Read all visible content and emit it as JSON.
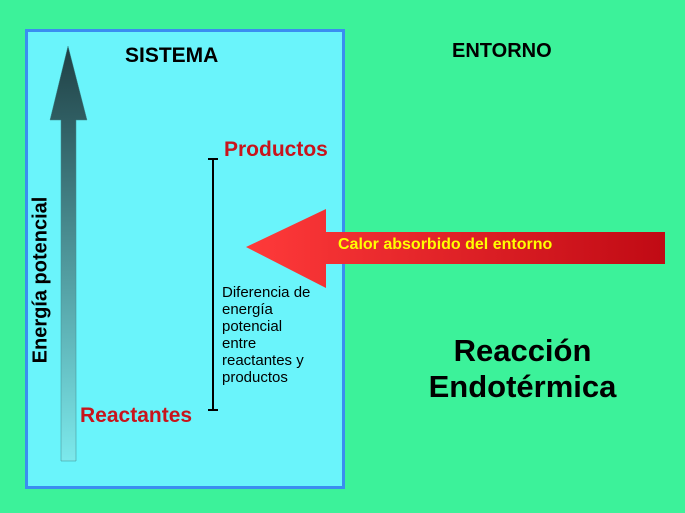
{
  "diagram": {
    "system_label": "SISTEMA",
    "environment_label": "ENTORNO",
    "products_label": "Productos",
    "reactants_label": "Reactantes",
    "y_axis_label": "Energía potencial",
    "heat_arrow_label": "Calor absorbido del entorno",
    "difference_text": [
      "Diferencia de",
      "energía",
      "potencial",
      "entre",
      "reactantes y",
      "productos"
    ],
    "title_lines": [
      "Reacción",
      "Endotérmica"
    ]
  },
  "colors": {
    "background": "#3cf29a",
    "system_fill": "#6af4fb",
    "system_border": "#3a8ef0",
    "label_red": "#c8141c",
    "heat_arrow": "#ee2020",
    "heat_text": "#ffff00"
  },
  "icons": {
    "energy_arrow": "up-arrow-icon",
    "heat_arrow": "left-arrow-icon"
  }
}
